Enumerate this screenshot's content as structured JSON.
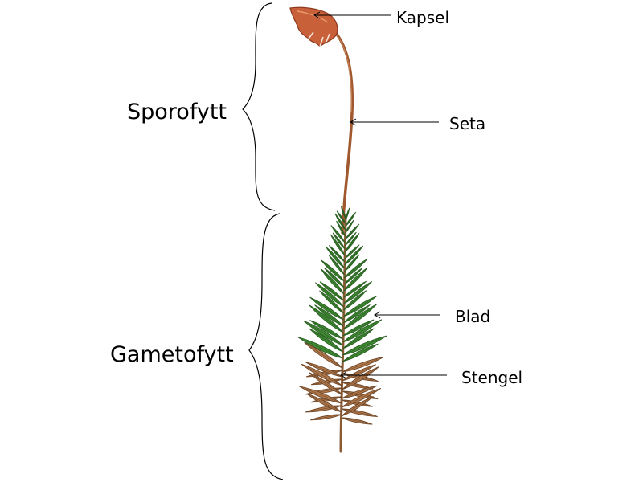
{
  "groups": [
    {
      "id": "sporophyte",
      "label": "Sporofytt"
    },
    {
      "id": "gametophyte",
      "label": "Gametofytt"
    }
  ],
  "parts": [
    {
      "id": "capsule",
      "label": "Kapsel"
    },
    {
      "id": "seta",
      "label": "Seta"
    },
    {
      "id": "leaf",
      "label": "Blad"
    },
    {
      "id": "stem",
      "label": "Stengel"
    }
  ],
  "colors": {
    "capsule": "#c8603a",
    "capsule_dark": "#8c3a1e",
    "seta": "#a0582e",
    "leaf_green": "#3f8a33",
    "leaf_dark": "#2a5e22",
    "old_leaf_brown": "#b07a4e",
    "old_leaf_dark": "#6e4526",
    "stem": "#8a5a32"
  }
}
